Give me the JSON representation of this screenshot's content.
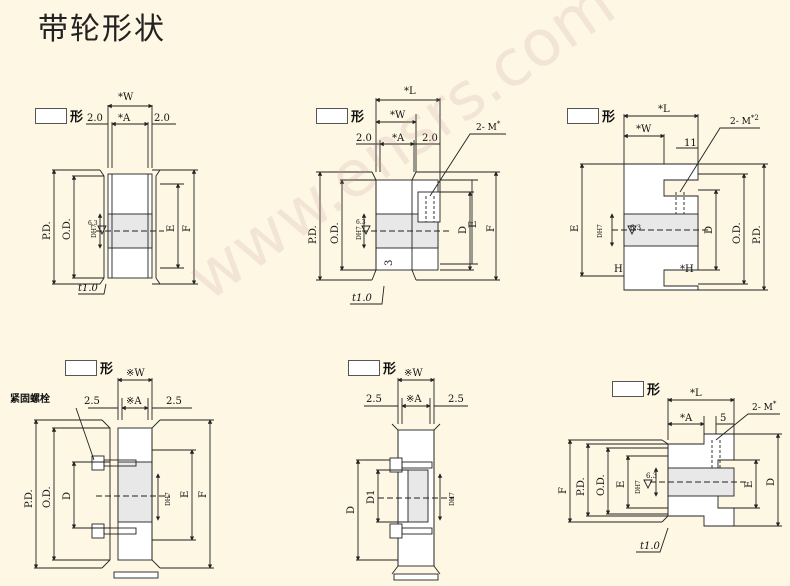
{
  "title": "带轮形状",
  "shape_suffix": "形",
  "watermark": "www.ensrs.com",
  "labels": {
    "pd": "P.D.",
    "od": "O.D.",
    "e": "E",
    "f": "F",
    "d": "D",
    "d1": "D1",
    "dh7": "DH7",
    "a": "*A",
    "w": "*W",
    "l": "*L",
    "h": "H",
    "h_star": "*H",
    "x_a": "※A",
    "x_w": "※W",
    "dim_20": "2.0",
    "dim_25": "2.5",
    "dim_11": "11",
    "dim_5": "5",
    "dim_3": "3",
    "ra": "6.3",
    "m2": "2- M",
    "sup_star": "*",
    "sup_2": "*2",
    "t10": "t1.0",
    "set_screw": "紧固螺栓"
  }
}
